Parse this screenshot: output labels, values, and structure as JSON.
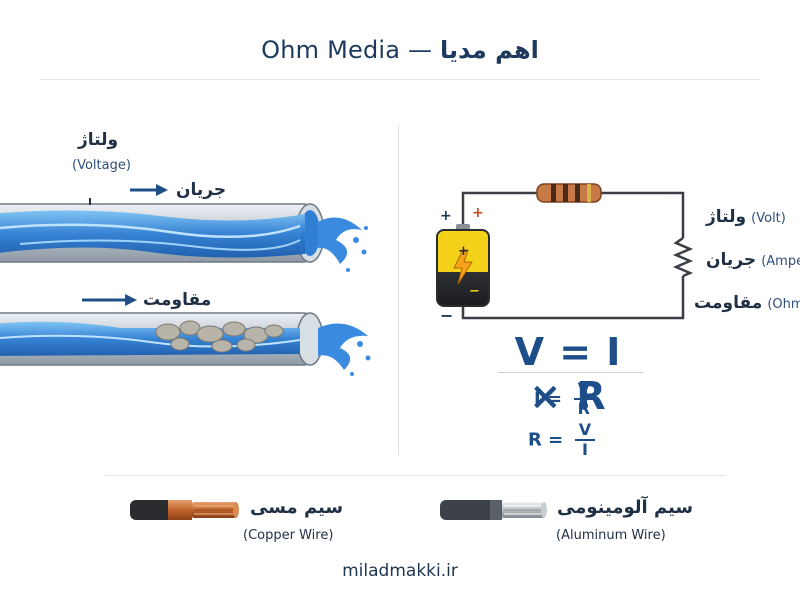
{
  "title": {
    "en": "Ohm Media —",
    "fa": "اهم مدیا"
  },
  "water": {
    "voltage_fa": "ولتاژ",
    "voltage_en": "(Voltage)",
    "current_fa": "جریان",
    "resistance_fa": "مقاومت"
  },
  "circuit": {
    "volt_fa": "ولتاژ",
    "volt_en": "(Volt)",
    "current_fa": "جریان",
    "current_en": "(Amper",
    "resistance_fa": "مقاومت",
    "resistance_en": "(Ohm,",
    "plus_left": "+",
    "plus_right": "+",
    "minus": "−",
    "battery_plus": "+",
    "battery_minus": "−"
  },
  "formulas": {
    "main": "V = I × R",
    "current_lhs": "I =",
    "current_num": "V",
    "current_den": "R",
    "resistance_lhs": "R =",
    "resistance_num": "V",
    "resistance_den": "I"
  },
  "wires": {
    "copper_fa": "سیم مسی",
    "copper_en": "(Copper Wire)",
    "aluminum_fa": "سیم آلومینومی",
    "aluminum_en": "(Aluminum Wire)"
  },
  "footer": "miladmakki.ir",
  "colors": {
    "pipe": "#b8c2cc",
    "water": "#2f7fd4",
    "copper": "#c0652b",
    "aluminum": "#7f868e",
    "formula": "#1d4e8a",
    "plus_red": "#d04a1c"
  }
}
